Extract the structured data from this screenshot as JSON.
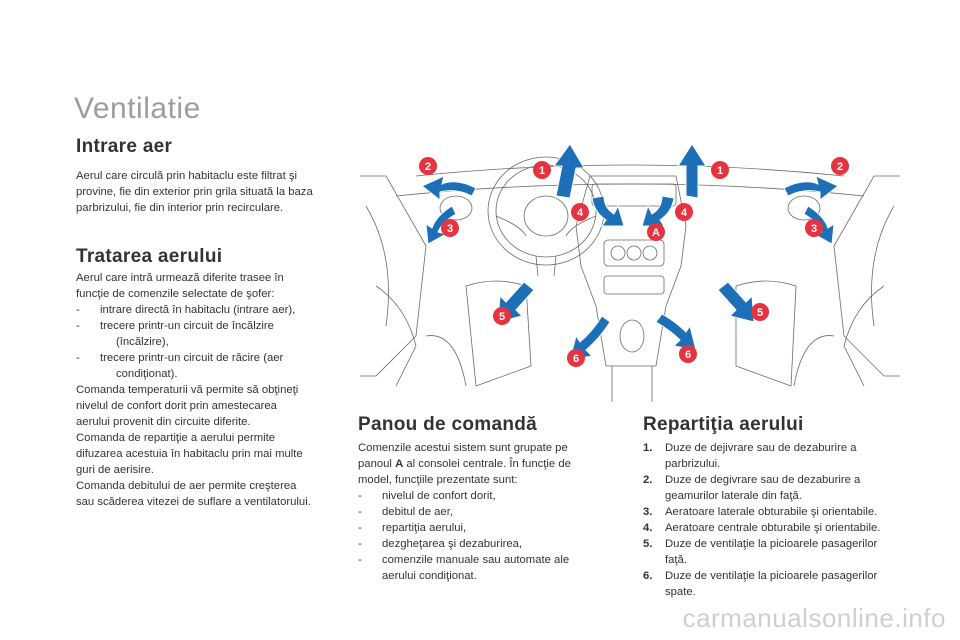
{
  "page": {
    "title": "Ventilatie"
  },
  "intrare": {
    "heading": "Intrare aer",
    "text_lines": [
      "Aerul care circulă prin habitaclu este filtrat şi",
      "provine, fie din exterior prin grila situată la baza",
      "parbrizului, fie din interior prin recirculare."
    ]
  },
  "tratare": {
    "heading": "Tratarea aerului",
    "intro_lines": [
      "Aerul care intră urmează diferite trasee în",
      "funcţie de comenzile selectate de şofer:"
    ],
    "bullets": [
      {
        "dash": "-",
        "lines": [
          "intrare directă în habitaclu (intrare aer),"
        ]
      },
      {
        "dash": "-",
        "lines": [
          "trecere printr-un circuit de încălzire",
          "(încălzire),"
        ]
      },
      {
        "dash": "-",
        "lines": [
          "trecere printr-un circuit de răcire (aer",
          "condiţionat)."
        ]
      }
    ],
    "outro_lines": [
      "Comanda temperaturii vă permite să obţineţi",
      "nivelul de confort dorit prin amestecarea",
      "aerului provenit din circuite diferite.",
      "Comanda de repartiţie a aerului permite",
      "difuzarea acestuia în habitaclu prin mai multe",
      "guri de aerisire.",
      "Comanda debitului de aer permite creşterea",
      "sau scăderea vitezei de suflare a ventilatorului."
    ]
  },
  "panou": {
    "heading": "Panou de comandă",
    "line1": "Comenzile acestui sistem sunt grupate pe",
    "line2_before": "panoul ",
    "line2_bold": "A",
    "line2_after": " al consolei centrale. În funcţie de",
    "line3": "model, funcţiile prezentate sunt:",
    "bullets": [
      {
        "dash": "-",
        "lines": [
          "nivelul de confort dorit,"
        ]
      },
      {
        "dash": "-",
        "lines": [
          "debitul de aer,"
        ]
      },
      {
        "dash": "-",
        "lines": [
          "repartiţia aerului,"
        ]
      },
      {
        "dash": "-",
        "lines": [
          "dezgheţarea şi dezaburirea,"
        ]
      },
      {
        "dash": "-",
        "lines": [
          "comenzile manuale sau automate ale",
          "aerului condiţionat."
        ]
      }
    ]
  },
  "repartitie": {
    "heading": "Repartiţia aerului",
    "items": [
      {
        "num": "1.",
        "lines": [
          "Duze de dejivrare sau de dezaburire a",
          "parbrizului."
        ]
      },
      {
        "num": "2.",
        "lines": [
          "Duze de degivrare sau de dezaburire a",
          "geamurilor laterale din faţă."
        ]
      },
      {
        "num": "3.",
        "lines": [
          "Aeratoare laterale obturabile şi orientabile."
        ]
      },
      {
        "num": "4.",
        "lines": [
          "Aeratoare centrale obturabile şi orientabile."
        ]
      },
      {
        "num": "5.",
        "lines": [
          "Duze de ventilaţie la picioarele pasagerilor",
          "faţă."
        ]
      },
      {
        "num": "6.",
        "lines": [
          "Duze de ventilaţie la picioarele pasagerilor",
          "spate."
        ]
      }
    ]
  },
  "illustration": {
    "markers": [
      "1",
      "1",
      "2",
      "2",
      "3",
      "3",
      "4",
      "4",
      "5",
      "5",
      "6",
      "6",
      "A"
    ],
    "marker_color": "#e53340",
    "arrow_color": "#1d6fb8"
  },
  "watermark": "carmanualsonline.info"
}
